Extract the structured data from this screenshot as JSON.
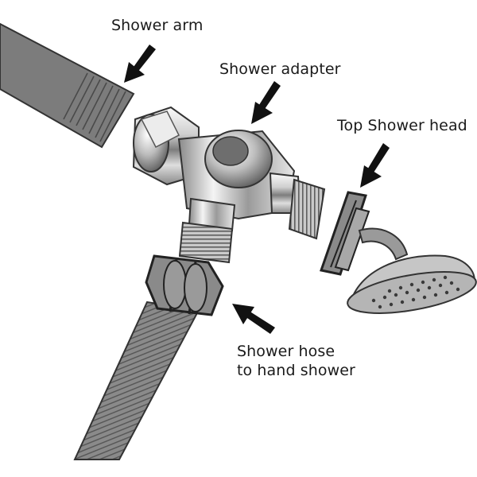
{
  "labels": {
    "shower_arm": "Shower arm",
    "shower_adapter": "Shower adapter",
    "top_shower_head": "Top Shower head",
    "shower_hose_line1": "Shower hose",
    "shower_hose_line2": "to hand shower"
  },
  "colors": {
    "pipe_gray": "#7a7a7a",
    "pipe_dark": "#3a3a3a",
    "chrome_light": "#f2f2f2",
    "chrome_mid": "#b8b8b8",
    "chrome_dark": "#4a4a4a",
    "arrow": "#111111"
  }
}
